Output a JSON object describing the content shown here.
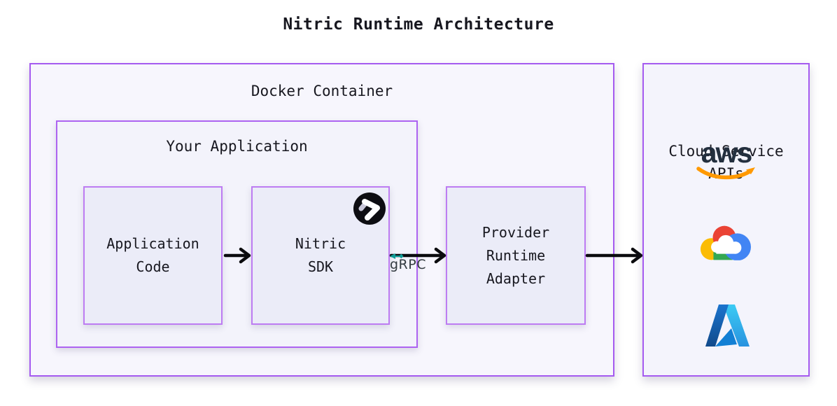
{
  "title": "Nitric Runtime Architecture",
  "docker_container": {
    "label": "Docker Container"
  },
  "your_application": {
    "label": "Your Application"
  },
  "nodes": {
    "application_code": {
      "lines": [
        "Application",
        "Code"
      ]
    },
    "nitric_sdk": {
      "lines": [
        "Nitric",
        "SDK"
      ],
      "badge_icon": "nitric-logo"
    },
    "provider_runtime_adapter": {
      "lines": [
        "Provider",
        "Runtime",
        "Adapter"
      ]
    }
  },
  "connections": {
    "app_code_to_sdk": "arrow",
    "sdk_to_adapter_label": "gRPC",
    "adapter_to_cloud": "arrow"
  },
  "cloud_services": {
    "lines": [
      "Cloud Service",
      "APIs"
    ],
    "providers": [
      {
        "name": "aws",
        "wordmark": "aws"
      },
      {
        "name": "google-cloud"
      },
      {
        "name": "azure"
      }
    ]
  },
  "colors": {
    "border_outer": "#a55bf0",
    "border_inner": "#bd7cf2",
    "docker_bg": "#f7f6fd",
    "your_app_bg": "#f3f3fb",
    "node_bg": "#ebecf8",
    "cloud_bg": "#f4f4fc",
    "text": "#17171f",
    "arrow": "#0b0b0e",
    "grpc_teal": "#0f9d97",
    "nitric_black": "#0d0d12",
    "aws_navy": "#232f3e",
    "aws_orange": "#ff9900",
    "gcp_red": "#ea4335",
    "gcp_yellow": "#fbbc05",
    "gcp_green": "#34a853",
    "gcp_blue": "#4285f4",
    "azure_dark": "#114a8b",
    "azure_light": "#35c1f1"
  }
}
